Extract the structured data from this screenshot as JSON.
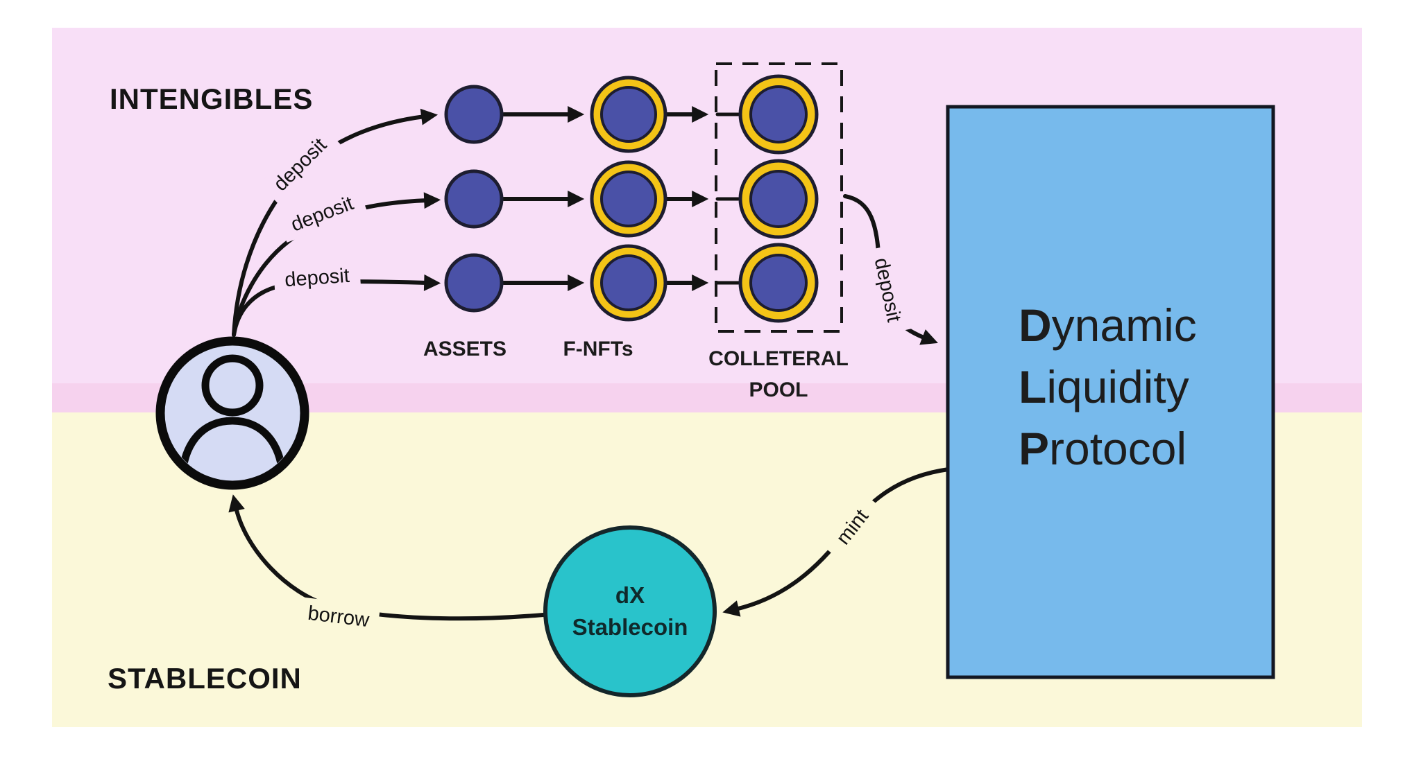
{
  "regions": {
    "intangibles": {
      "label": "INTENGIBLES"
    },
    "stablecoin": {
      "label": "STABLECOIN"
    }
  },
  "columns": {
    "assets": "ASSETS",
    "fnfts": "F-NFTs",
    "pool_line1": "COLLETERAL",
    "pool_line2": "POOL"
  },
  "dlp": {
    "lines": [
      {
        "bold": "D",
        "rest": "ynamic"
      },
      {
        "bold": "L",
        "rest": "iquidity"
      },
      {
        "bold": "P",
        "rest": "rotocol"
      }
    ]
  },
  "token": {
    "line1": "dX",
    "line2": "Stablecoin"
  },
  "edges": {
    "deposit1": "deposit",
    "deposit2": "deposit",
    "deposit3": "deposit",
    "deposit_pool": "deposit",
    "mint": "mint",
    "borrow": "borrow"
  },
  "colors": {
    "pink_bg": "#f8dff7",
    "pink_band": "#f6d2ee",
    "yellow_bg": "#fbf8d9",
    "dlp_blue": "#77baec",
    "asset_indigo": "#4a51a7",
    "ring_gold": "#f4c417",
    "token_teal": "#29c3cb",
    "avatar_lavender": "#d5dbf4",
    "intangibles_gray": "#8d8d8d",
    "stablecoin_gray": "#757575"
  }
}
